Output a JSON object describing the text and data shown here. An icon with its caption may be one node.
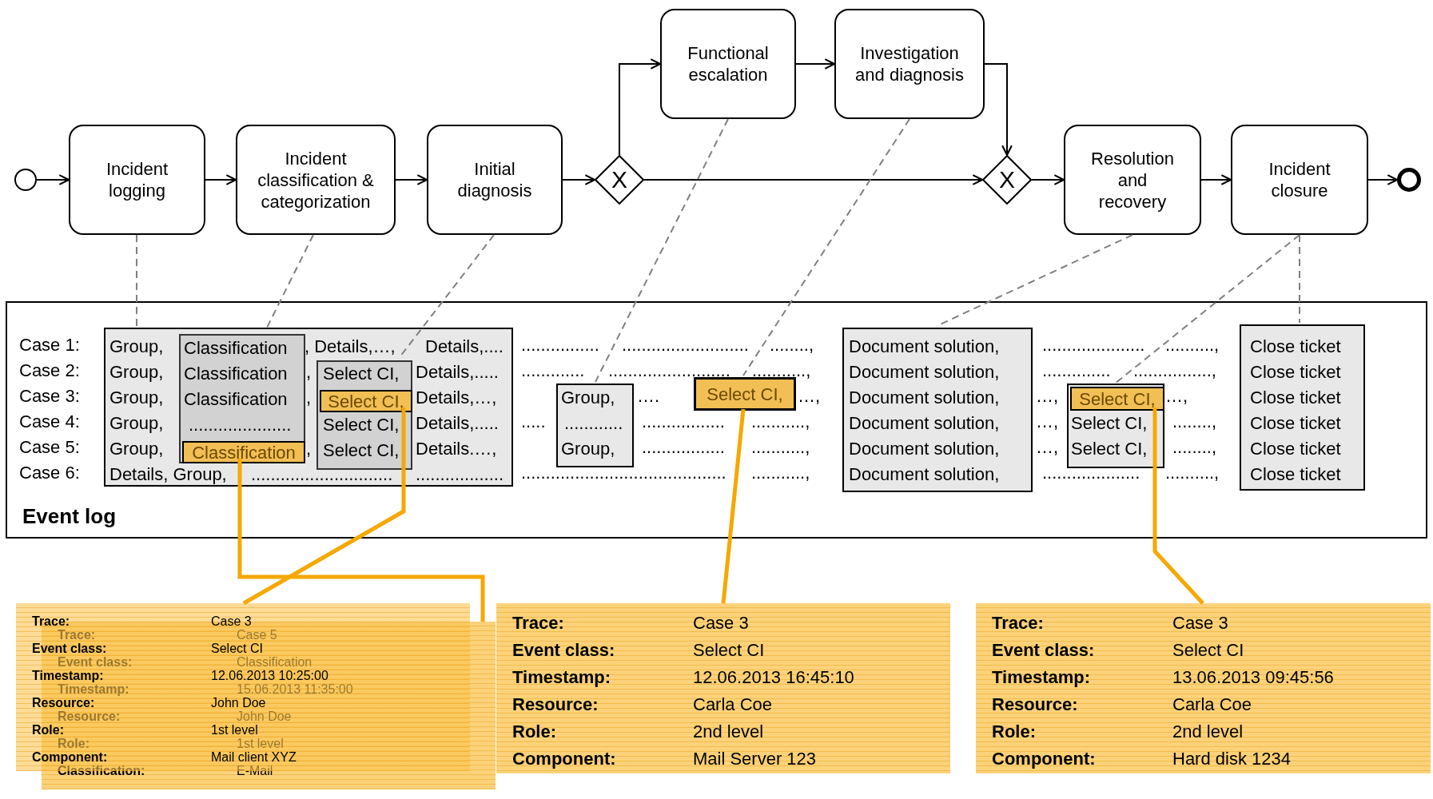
{
  "diagram": {
    "nodes": [
      {
        "text": [],
        "shape": "circle"
      },
      {
        "text": [
          "Incident logging"
        ]
      },
      {
        "text": [
          "Incident classification & categorization"
        ]
      },
      {
        "text": [
          "Initial diagnosis"
        ]
      },
      {
        "text": [
          "X"
        ]
      },
      {
        "text": [
          "Functional escalation"
        ]
      },
      {
        "text": [
          "Investigation and diagnosis"
        ]
      },
      {
        "text": [
          "X"
        ]
      },
      {
        "text": [
          "Resolution and recovery"
        ]
      },
      {
        "text": [
          "Incident closure"
        ]
      },
      {
        "text": [],
        "shape": "circle"
      },
      {
        "text": [
          "Case 1:",
          "................",
          "..........................",
          "........,",
          ".....................",
          "..........,",
          "Case 2:",
          ".............",
          ".........................",
          "...........,",
          "..............",
          "................,",
          "Case 3:",
          "….",
          "…,",
          "…,",
          "…,",
          "Case 4:",
          ".....",
          ".................",
          "...........,",
          "…,",
          "........,",
          "Case 5:",
          ".................",
          "...........,",
          "…,",
          "........,",
          "Case 6:",
          "..........................................",
          "...........,",
          "....................",
          "..........,",
          "Event log"
        ]
      },
      {
        "text": [
          "Group,",
          ", Details,…,",
          "Details,....",
          "Group,",
          ",",
          "Details,.....",
          "Group,",
          ",",
          "Details,…,",
          "Group,",
          "Details,.....",
          "Group,",
          ",",
          "Details.…,",
          "Details, Group,",
          ".............................",
          ".................."
        ],
        "in": 11
      },
      {
        "text": [
          "Classification",
          "Classification",
          "Classification",
          "....................."
        ],
        "in": 12
      },
      {
        "text": [
          "Classification"
        ],
        "in": 13
      },
      {
        "text": [
          "Select CI,",
          "Select CI,",
          "Select CI,"
        ],
        "in": 12
      },
      {
        "text": [
          "Select CI,"
        ],
        "in": 15
      },
      {
        "text": [
          "Group,",
          "............",
          "Group,"
        ],
        "in": 11
      },
      {
        "text": [
          "Select CI,"
        ],
        "in": 11
      },
      {
        "text": [
          "Document solution,",
          "Document solution,",
          "Document solution,",
          "Document solution,",
          "Document solution,",
          "Document solution,"
        ],
        "in": 11
      },
      {
        "text": [
          "Select CI,",
          "Select CI,"
        ],
        "in": 11
      },
      {
        "text": [
          "Select CI,"
        ],
        "in": 20
      },
      {
        "text": [
          "Close ticket",
          "Close ticket",
          "Close ticket",
          "Close ticket",
          "Close ticket",
          "Close ticket"
        ],
        "in": 11
      },
      {
        "text": [
          "Trace:",
          "Case 3",
          "Event class:",
          "Select CI",
          "Timestamp:",
          "12.06.2013 10:25:00",
          "Resource:",
          "John Doe",
          "Role:",
          "1st level",
          "Component:",
          "Mail client XYZ"
        ]
      },
      {
        "text": [
          "Trace:",
          "Case 5",
          "Event class:",
          "Classification",
          "Timestamp:",
          "15.06.2013 11:35:00",
          "Resource:",
          "John Doe",
          "Role:",
          "1st level",
          "Classification:",
          "E-Mail"
        ]
      },
      {
        "text": [
          "Trace:",
          "Case 3",
          "Event class:",
          "Select CI",
          "Timestamp:",
          "12.06.2013 16:45:10",
          "Resource:",
          "Carla Coe",
          "Role:",
          "2nd level",
          "Component:",
          "Mail Server 123"
        ]
      },
      {
        "text": [
          "Trace:",
          "Case 3",
          "Event class:",
          "Select CI",
          "Timestamp:",
          "13.06.2013 09:45:56",
          "Resource:",
          "Carla Coe",
          "Role:",
          "2nd level",
          "Component:",
          "Hard disk 1234"
        ]
      }
    ],
    "edges": [
      {
        "from": 0,
        "to": 1,
        "arrow": "to"
      },
      {
        "from": 1,
        "to": 2,
        "arrow": "to"
      },
      {
        "from": 2,
        "to": 3,
        "arrow": "to"
      },
      {
        "from": 3,
        "to": 4,
        "arrow": "to"
      },
      {
        "from": 4,
        "to": 5,
        "arrow": "to"
      },
      {
        "from": 4,
        "to": 7,
        "arrow": "to"
      },
      {
        "from": 5,
        "to": 6,
        "arrow": "to"
      },
      {
        "from": 6,
        "to": 7,
        "arrow": "to"
      },
      {
        "from": 7,
        "to": 8,
        "arrow": "to"
      },
      {
        "from": 8,
        "to": 9,
        "arrow": "to"
      },
      {
        "from": 9,
        "to": 10,
        "arrow": "to"
      },
      {
        "from": 1,
        "to": 12,
        "arrow": "none",
        "style": "dashed",
        "color": "#808080"
      },
      {
        "from": 2,
        "to": 13,
        "arrow": "none",
        "style": "dashed",
        "color": "#808080"
      },
      {
        "from": 3,
        "to": 15,
        "arrow": "none",
        "style": "dashed",
        "color": "#808080"
      },
      {
        "from": 5,
        "to": 17,
        "arrow": "none",
        "style": "dashed",
        "color": "#808080"
      },
      {
        "from": 6,
        "to": 18,
        "arrow": "none",
        "style": "dashed",
        "color": "#808080"
      },
      {
        "from": 8,
        "to": 19,
        "arrow": "none",
        "style": "dashed",
        "color": "#808080"
      },
      {
        "from": 9,
        "to": 21,
        "arrow": "none",
        "style": "dashed",
        "color": "#808080"
      },
      {
        "from": 9,
        "to": 22,
        "arrow": "none",
        "style": "dashed",
        "color": "#808080"
      },
      {
        "from": 16,
        "to": 23,
        "arrow": "none",
        "style": "thick",
        "color": "#f5a800"
      },
      {
        "from": 14,
        "to": 24,
        "arrow": "none",
        "style": "thick",
        "color": "#f5a800"
      },
      {
        "from": 18,
        "to": 25,
        "arrow": "none",
        "style": "thick",
        "color": "#f5a800"
      },
      {
        "from": 21,
        "to": 26,
        "arrow": "none",
        "style": "thick",
        "color": "#f5a800"
      }
    ]
  }
}
